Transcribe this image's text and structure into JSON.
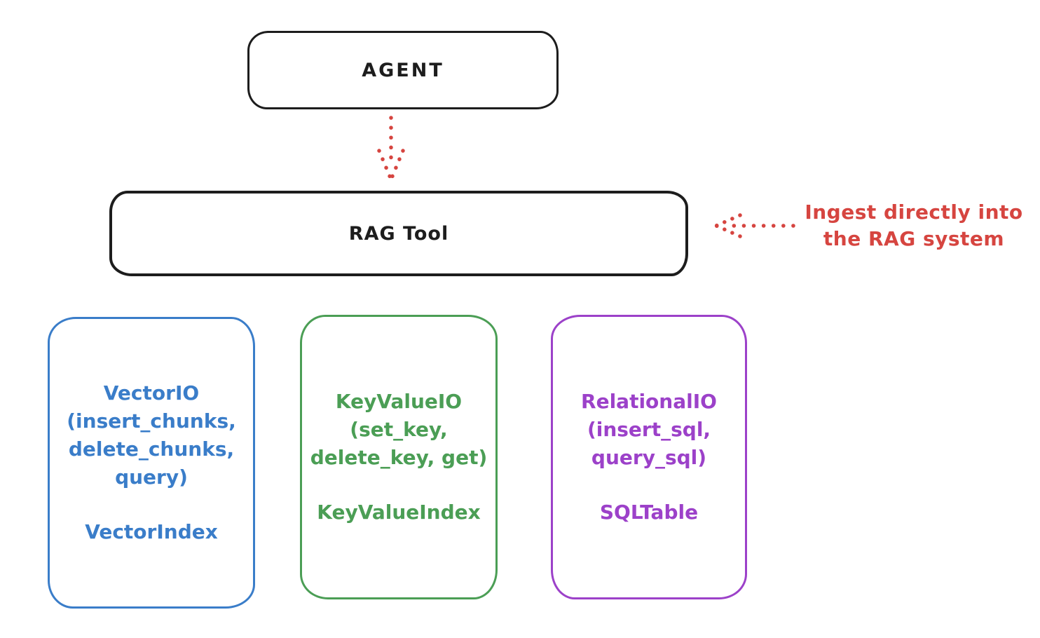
{
  "canvas": {
    "background": "#ffffff",
    "stroke_black": "#1d1d1d"
  },
  "agent_box": {
    "label": "AGENT"
  },
  "rag_tool_box": {
    "label": "RAG Tool"
  },
  "agent_to_rag_arrow": {
    "style": "dotted",
    "direction": "down",
    "color": "#d64540"
  },
  "ingest_annotation": {
    "text_line1": "Ingest directly into",
    "text_line2": "the RAG system",
    "color": "#d64540",
    "arrow_style": "dotted",
    "arrow_direction": "left"
  },
  "storage_boxes": [
    {
      "id": "vector-io",
      "color": "#3a7dc9",
      "lines": [
        "VectorIO",
        "(insert_chunks,",
        "delete_chunks,",
        "query)"
      ],
      "index_label": "VectorIndex"
    },
    {
      "id": "keyvalue-io",
      "color": "#4b9e55",
      "lines": [
        "KeyValueIO",
        "(set_key,",
        "delete_key, get)"
      ],
      "index_label": "KeyValueIndex"
    },
    {
      "id": "relational-io",
      "color": "#9c41c9",
      "lines": [
        "RelationalIO",
        "(insert_sql,",
        "query_sql)"
      ],
      "index_label": "SQLTable"
    }
  ]
}
